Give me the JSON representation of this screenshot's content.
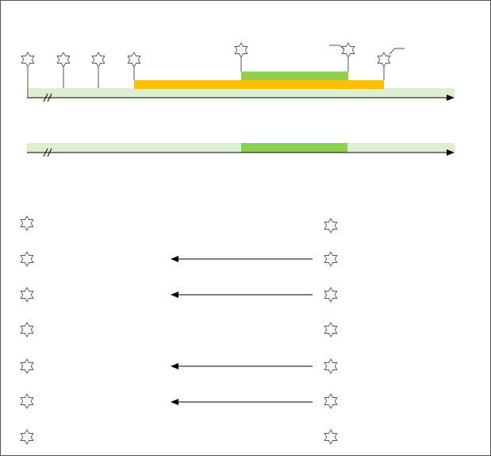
{
  "colors": {
    "frame": "#555555",
    "axis": "#000000",
    "timeline_bg": "#dcefd0",
    "green_bar": "#8fcf52",
    "orange_bar": "#ffc000",
    "star_stroke": "#555555"
  },
  "icons": {
    "event": "six-pointed-star-icon",
    "axis_break": "double-slash-icon",
    "arrow": "arrow-left-icon"
  },
  "timeline_top": {
    "event_markers": 7,
    "callouts": 2,
    "has_axis_break": true
  },
  "timeline_bottom": {
    "has_axis_break": true
  },
  "mapping": {
    "rows": 7,
    "left_stars": 7,
    "right_stars": 7,
    "arrows_on_rows": [
      2,
      3,
      5,
      6
    ]
  }
}
